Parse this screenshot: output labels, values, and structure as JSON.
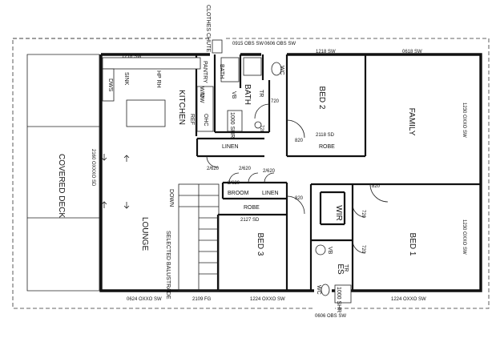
{
  "rooms": {
    "covered_deck": "COVERED DECK",
    "lounge": "LOUNGE",
    "kitchen": "KITCHEN",
    "bath": "BATH",
    "bed2": "BED 2",
    "family": "FAMILY",
    "bed3": "BED 3",
    "bed1": "BED 1",
    "wir": "WIR",
    "es": "ES"
  },
  "labels": {
    "clothes_chute": "CLOTHES CHUTE",
    "pantry": "PANTRY",
    "bath_fixture": "BATH",
    "linen_hall": "LINEN",
    "linen_small": "LINEN",
    "broom": "BROOM",
    "robe_bed2": "ROBE",
    "robe_bed3": "ROBE",
    "down": "DOWN",
    "balustrade": "SELECTED BALUSTRADE",
    "dws": "DWS",
    "sink": "SINK",
    "hp_rh": "HP RH",
    "wo": "W/O",
    "mw": "MW",
    "ref": "REF",
    "ohc": "OHC",
    "shr_bath": "1000 SHR",
    "shr_ens": "1000 SHR",
    "vb_bath": "VB",
    "vb_ens": "VB",
    "tr_bath": "TR",
    "tr_ens": "TR",
    "wc_bath": "WC",
    "wc_ens": "WC"
  },
  "dimensions": {
    "w0915": "0915 OBS SW",
    "w0606_top": "0606 OBS SW",
    "w1218_kitchen": "1218 SW",
    "w1218_bed2": "1218 SW",
    "w0618": "0618 SW",
    "w1230_family": "1230 OXXO SW",
    "w1230_bed1": "1230 OXXO SW",
    "w2160_deck": "2160 OXXXO SD",
    "w2118_sd": "2118 SD",
    "w2127_sd": "2127 SD",
    "w0624": "0624 OXXO SW",
    "w2109_fg": "2109 FG",
    "w1224_bed3": "1224 OXXO SW",
    "w1224_bed1": "1224 OXXO SW",
    "w0606_bottom": "0606 OBS SW",
    "d720_bath": "720",
    "d720_hall": "720",
    "d720_wir": "720",
    "d720_ens": "720",
    "d820_bed2": "820",
    "d820_bed3": "820",
    "d820_bed1": "820",
    "d2620_a": "2/620",
    "d2620_b": "2/620",
    "d2620_c": "2/620",
    "d2620_d": "2/620"
  }
}
